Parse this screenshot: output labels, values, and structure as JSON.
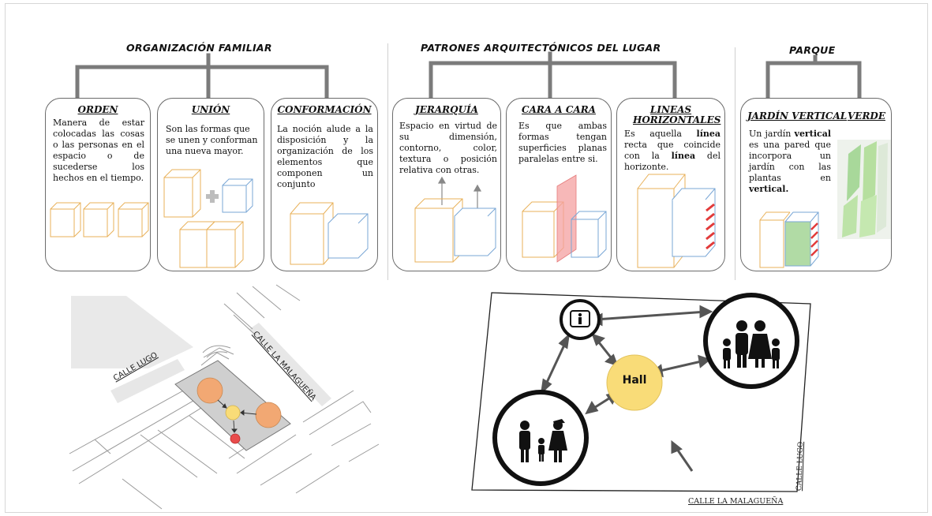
{
  "sections": {
    "organizacion": {
      "title": "ORGANIZACIÓN  FAMILIAR",
      "cards": [
        {
          "title": "ORDEN",
          "text": "Manera de estar colocadas las cosas o las personas en el espacio o de sucederse los hechos en el tiempo."
        },
        {
          "title": "UNIÓN",
          "text": "Son las formas que se unen y conforman una nueva mayor."
        },
        {
          "title": "CONFORMACIÓN",
          "text": "La noción alude a la disposición y la organización de los elementos que componen un conjunto"
        }
      ]
    },
    "patrones": {
      "title": "PATRONES ARQUITECTÓNICOS DEL LUGAR",
      "cards": [
        {
          "title": "JERARQUÍA",
          "text": "Espacio en virtud de su dimensión, contorno, color, textura o posición relativa con otras."
        },
        {
          "title": "CARA A CARA",
          "text": "Es que ambas formas tengan superficies planas paralelas entre si."
        },
        {
          "title": "LINEAS HORIZONTALES",
          "text_pre": "Es aquella ",
          "text_b1": "línea",
          "text_mid": " recta que coincide con la ",
          "text_b2": "línea",
          "text_post": " del horizonte."
        }
      ]
    },
    "parque": {
      "title": "PARQUE",
      "card": {
        "title1": "JARDÍN VERTICAL",
        "title2": "VERDE",
        "text_pre": "Un jardín ",
        "text_b1": "vertical",
        "text_mid": " es una pared que incorpora un jardín con las plantas en ",
        "text_b2": "vertical."
      }
    }
  },
  "site_plan": {
    "street_lugo": "CALLE LUGO",
    "street_malaguena": "CALLE LA MALAGUEÑA"
  },
  "relation_diagram": {
    "hall_label": "Hall",
    "street_lugo": "CALLE LUGO",
    "street_malaguena": "CALLE LA MALAGUEÑA"
  },
  "colors": {
    "orange_outline": "#e8b15a",
    "blue_outline": "#7aa7d6",
    "red_plane": "#f4a0a0",
    "hall_yellow": "#f9dc78",
    "circle_orange": "#f2a873",
    "plant_green": "#9ed28f"
  }
}
